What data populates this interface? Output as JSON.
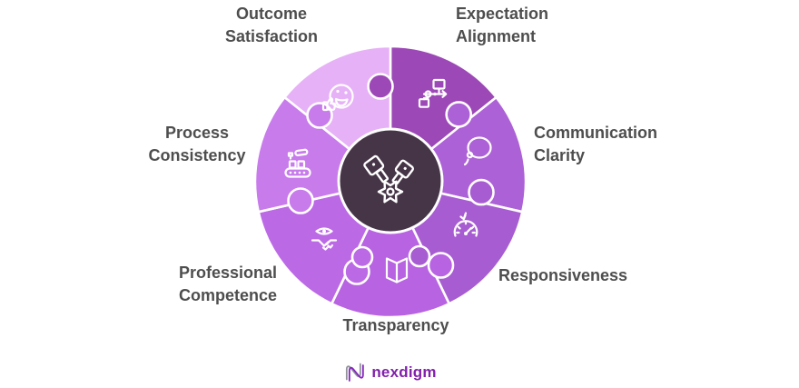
{
  "diagram": {
    "segments": [
      {
        "label": "Expectation\nAlignment",
        "color": "#9c48b6",
        "icon": "workflow-icon"
      },
      {
        "label": "Communication\nClarity",
        "color": "#ad61d6",
        "icon": "speech-bubble-icon"
      },
      {
        "label": "Responsiveness",
        "color": "#a75dd1",
        "icon": "speedometer-icon"
      },
      {
        "label": "Transparency",
        "color": "#b863e2",
        "icon": "open-book-icon"
      },
      {
        "label": "Professional\nCompetence",
        "color": "#bc69e6",
        "icon": "handshake-eye-icon"
      },
      {
        "label": "Process\nConsistency",
        "color": "#c87beb",
        "icon": "factory-conveyor-icon"
      },
      {
        "label": "Outcome\nSatisfaction",
        "color": "#e6b1f6",
        "icon": "smiley-thumbs-up-icon"
      }
    ],
    "center": {
      "color": "#463547",
      "icon": "engine-pistons-gear-icon"
    },
    "label_color": "#4e4e4e",
    "stroke_color": "#ffffff",
    "logo": {
      "text": "nexdigm",
      "color": "#8220ab"
    }
  }
}
